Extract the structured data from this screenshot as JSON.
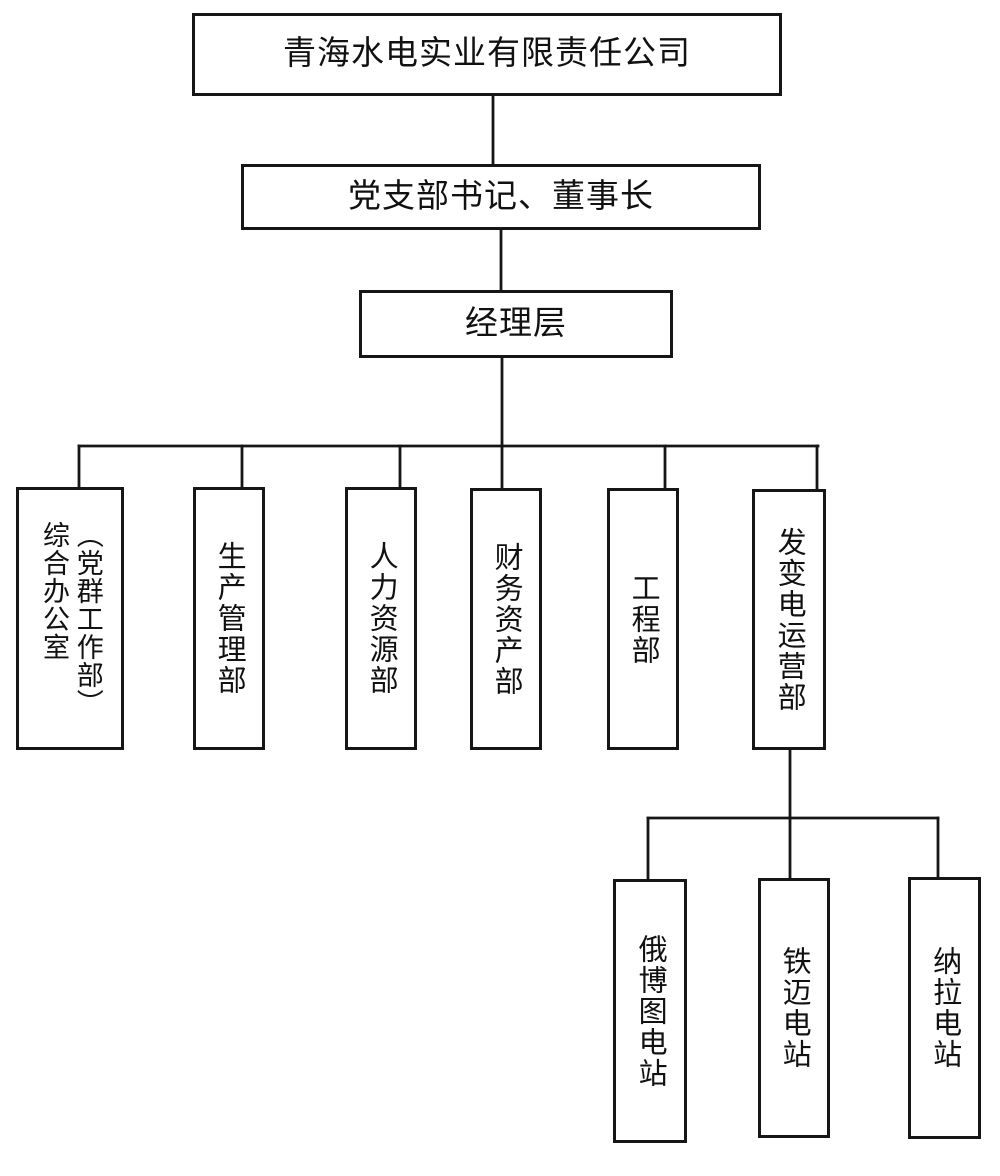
{
  "org_chart": {
    "type": "organizational-chart",
    "root": {
      "label": "青海水电实业有限责任公司"
    },
    "chairman": {
      "label": "党支部书记、董事长"
    },
    "management": {
      "label": "经理层"
    },
    "departments": [
      {
        "label": "（党群工作部）\n综合办公室",
        "display": "vertical-two-column"
      },
      {
        "label": "生产管理部",
        "display": "vertical"
      },
      {
        "label": "人力资源部",
        "display": "vertical"
      },
      {
        "label": "财务资产部",
        "display": "vertical"
      },
      {
        "label": "工程部",
        "display": "vertical"
      },
      {
        "label": "发变电运营部",
        "display": "vertical",
        "children": [
          {
            "label": "俄博图电站",
            "display": "vertical"
          },
          {
            "label": "铁迈电站",
            "display": "vertical"
          },
          {
            "label": "纳拉电站",
            "display": "vertical"
          }
        ]
      }
    ]
  },
  "colors": {
    "line": "#161616",
    "box_border": "#161616",
    "box_background": "#ffffff",
    "text": "#111111",
    "page_background": "#ffffff"
  }
}
